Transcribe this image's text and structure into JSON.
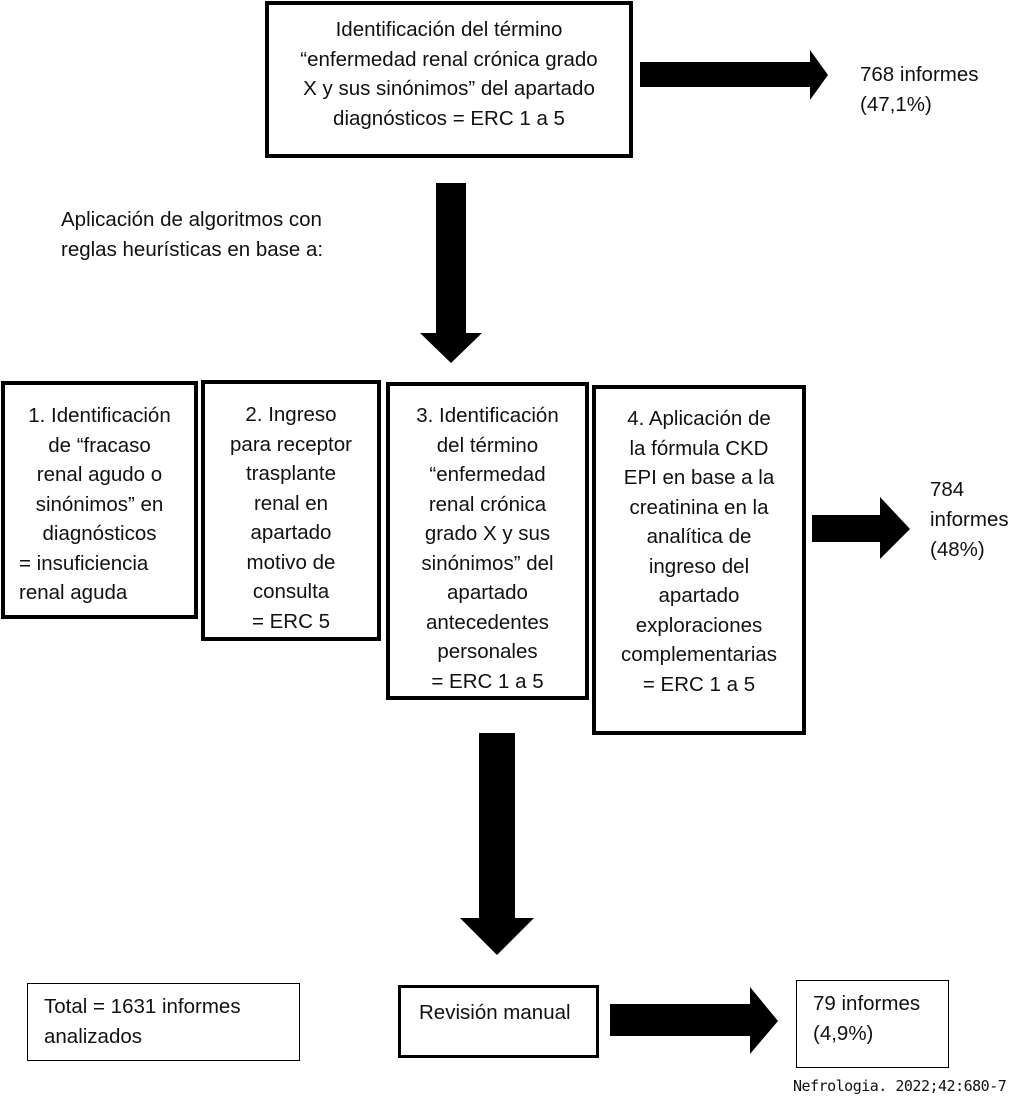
{
  "top_box": {
    "lines": [
      "Identificación del término",
      "“enfermedad renal crónica grado",
      "X y sus sinónimos” del apartado",
      "diagnósticos = ERC 1 a 5"
    ]
  },
  "top_result": {
    "lines": [
      "768 informes",
      "(47,1%)"
    ]
  },
  "heuristics_label": {
    "lines": [
      "Aplicación de algoritmos con",
      "reglas heurísticas en base a:"
    ]
  },
  "rules": [
    {
      "lines": [
        "1. Identificación",
        "de “fracaso",
        "renal agudo o",
        "sinónimos” en",
        "diagnósticos",
        "= insuficiencia",
        "renal aguda"
      ]
    },
    {
      "lines": [
        "2. Ingreso",
        "para receptor",
        "trasplante",
        "renal en",
        "apartado",
        "motivo de",
        "consulta",
        "= ERC 5"
      ]
    },
    {
      "lines": [
        "3. Identificación",
        "del término",
        "“enfermedad",
        "renal crónica",
        "grado X y sus",
        "sinónimos” del",
        "apartado",
        "antecedentes",
        "personales",
        "= ERC 1 a 5"
      ]
    },
    {
      "lines": [
        "4. Aplicación de",
        "la fórmula CKD",
        "EPI en base a la",
        "creatinina en la",
        "analítica de",
        "ingreso del",
        "apartado",
        "exploraciones",
        "complementarias",
        "= ERC 1 a 5"
      ]
    }
  ],
  "rules_result": {
    "lines": [
      "784",
      "informes",
      "(48%)"
    ]
  },
  "total_box": {
    "lines": [
      "Total = 1631 informes",
      "analizados"
    ]
  },
  "manual_review_box": {
    "label": "Revisión manual"
  },
  "manual_result": {
    "lines": [
      "79 informes",
      "(4,9%)"
    ]
  },
  "citation": "Nefrologia. 2022;42:680-7"
}
